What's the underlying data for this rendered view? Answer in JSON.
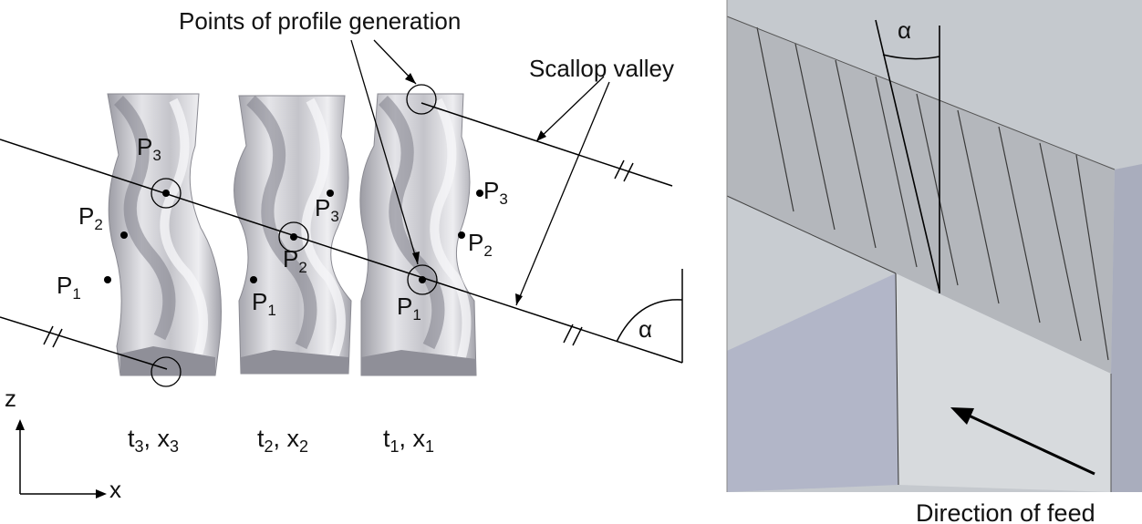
{
  "left_panel": {
    "annotation_points_of_profile_generation": "Points of profile generation",
    "annotation_scallop_valley": "Scallop valley",
    "angle_symbol": "α",
    "tool_3": {
      "p3": "P",
      "p3_sub": "3",
      "p2": "P",
      "p2_sub": "2",
      "p1": "P",
      "p1_sub": "1",
      "caption_t": "t",
      "caption_t_sub": "3",
      "caption_sep": ", x",
      "caption_x_sub": "3"
    },
    "tool_2": {
      "p3": "P",
      "p3_sub": "3",
      "p2": "P",
      "p2_sub": "2",
      "p1": "P",
      "p1_sub": "1",
      "caption_t": "t",
      "caption_t_sub": "2",
      "caption_sep": ", x",
      "caption_x_sub": "2"
    },
    "tool_1": {
      "p3": "P",
      "p3_sub": "3",
      "p2": "P",
      "p2_sub": "2",
      "p1": "P",
      "p1_sub": "1",
      "caption_t": "t",
      "caption_t_sub": "1",
      "caption_sep": ", x",
      "caption_x_sub": "1"
    },
    "axis_z": "z",
    "axis_x": "x"
  },
  "right_panel": {
    "angle_symbol": "α",
    "caption": "Direction of feed"
  },
  "colors": {
    "tool_light": "#e6e6e9",
    "tool_mid": "#b9b9c0",
    "tool_dark": "#8e8e97",
    "workpiece_top": "#c9cdd3",
    "workpiece_side": "#b3b6c6",
    "slot_floor": "#dcdfe2",
    "wall_face": "#bfc3c7",
    "line": "#000000"
  }
}
